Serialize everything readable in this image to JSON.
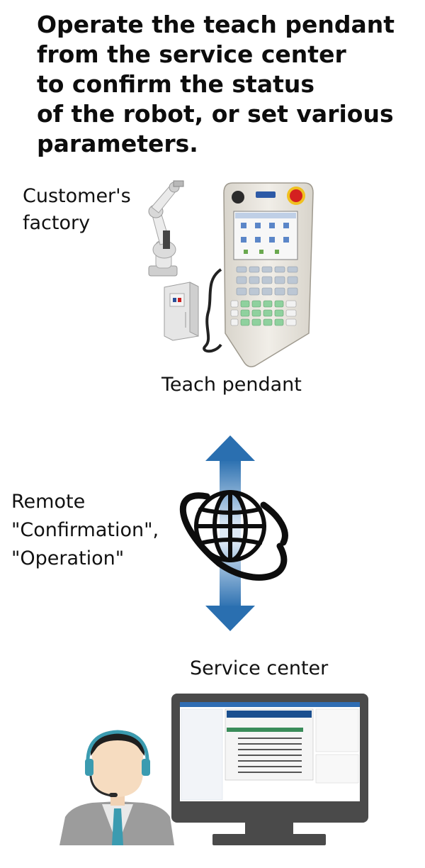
{
  "headline": {
    "lines": [
      "Operate the teach pendant",
      "from the service center",
      "to confirm the status",
      "of the robot, or set various",
      "parameters."
    ]
  },
  "labels": {
    "customer_factory": [
      "Customer's",
      "factory"
    ],
    "teach_pendant": "Teach pendant",
    "remote": [
      "Remote",
      "\"Confirmation\",",
      "\"Operation\""
    ],
    "service_center": "Service center"
  },
  "icons": {
    "robot_arm": "industrial-robot-icon",
    "controller": "robot-controller-icon",
    "pendant": "teach-pendant-icon",
    "arrow": "bidirectional-arrow-icon",
    "globe": "globe-network-icon",
    "operator": "headset-operator-icon",
    "monitor": "monitor-icon"
  },
  "colors": {
    "arrow": "#2a6fb0",
    "arrow_light": "#dde9f5",
    "headset": "#3b9bb0",
    "monitor": "#4a4a4a",
    "pendant_body": "#e9e6df",
    "estop": "#d42020"
  }
}
